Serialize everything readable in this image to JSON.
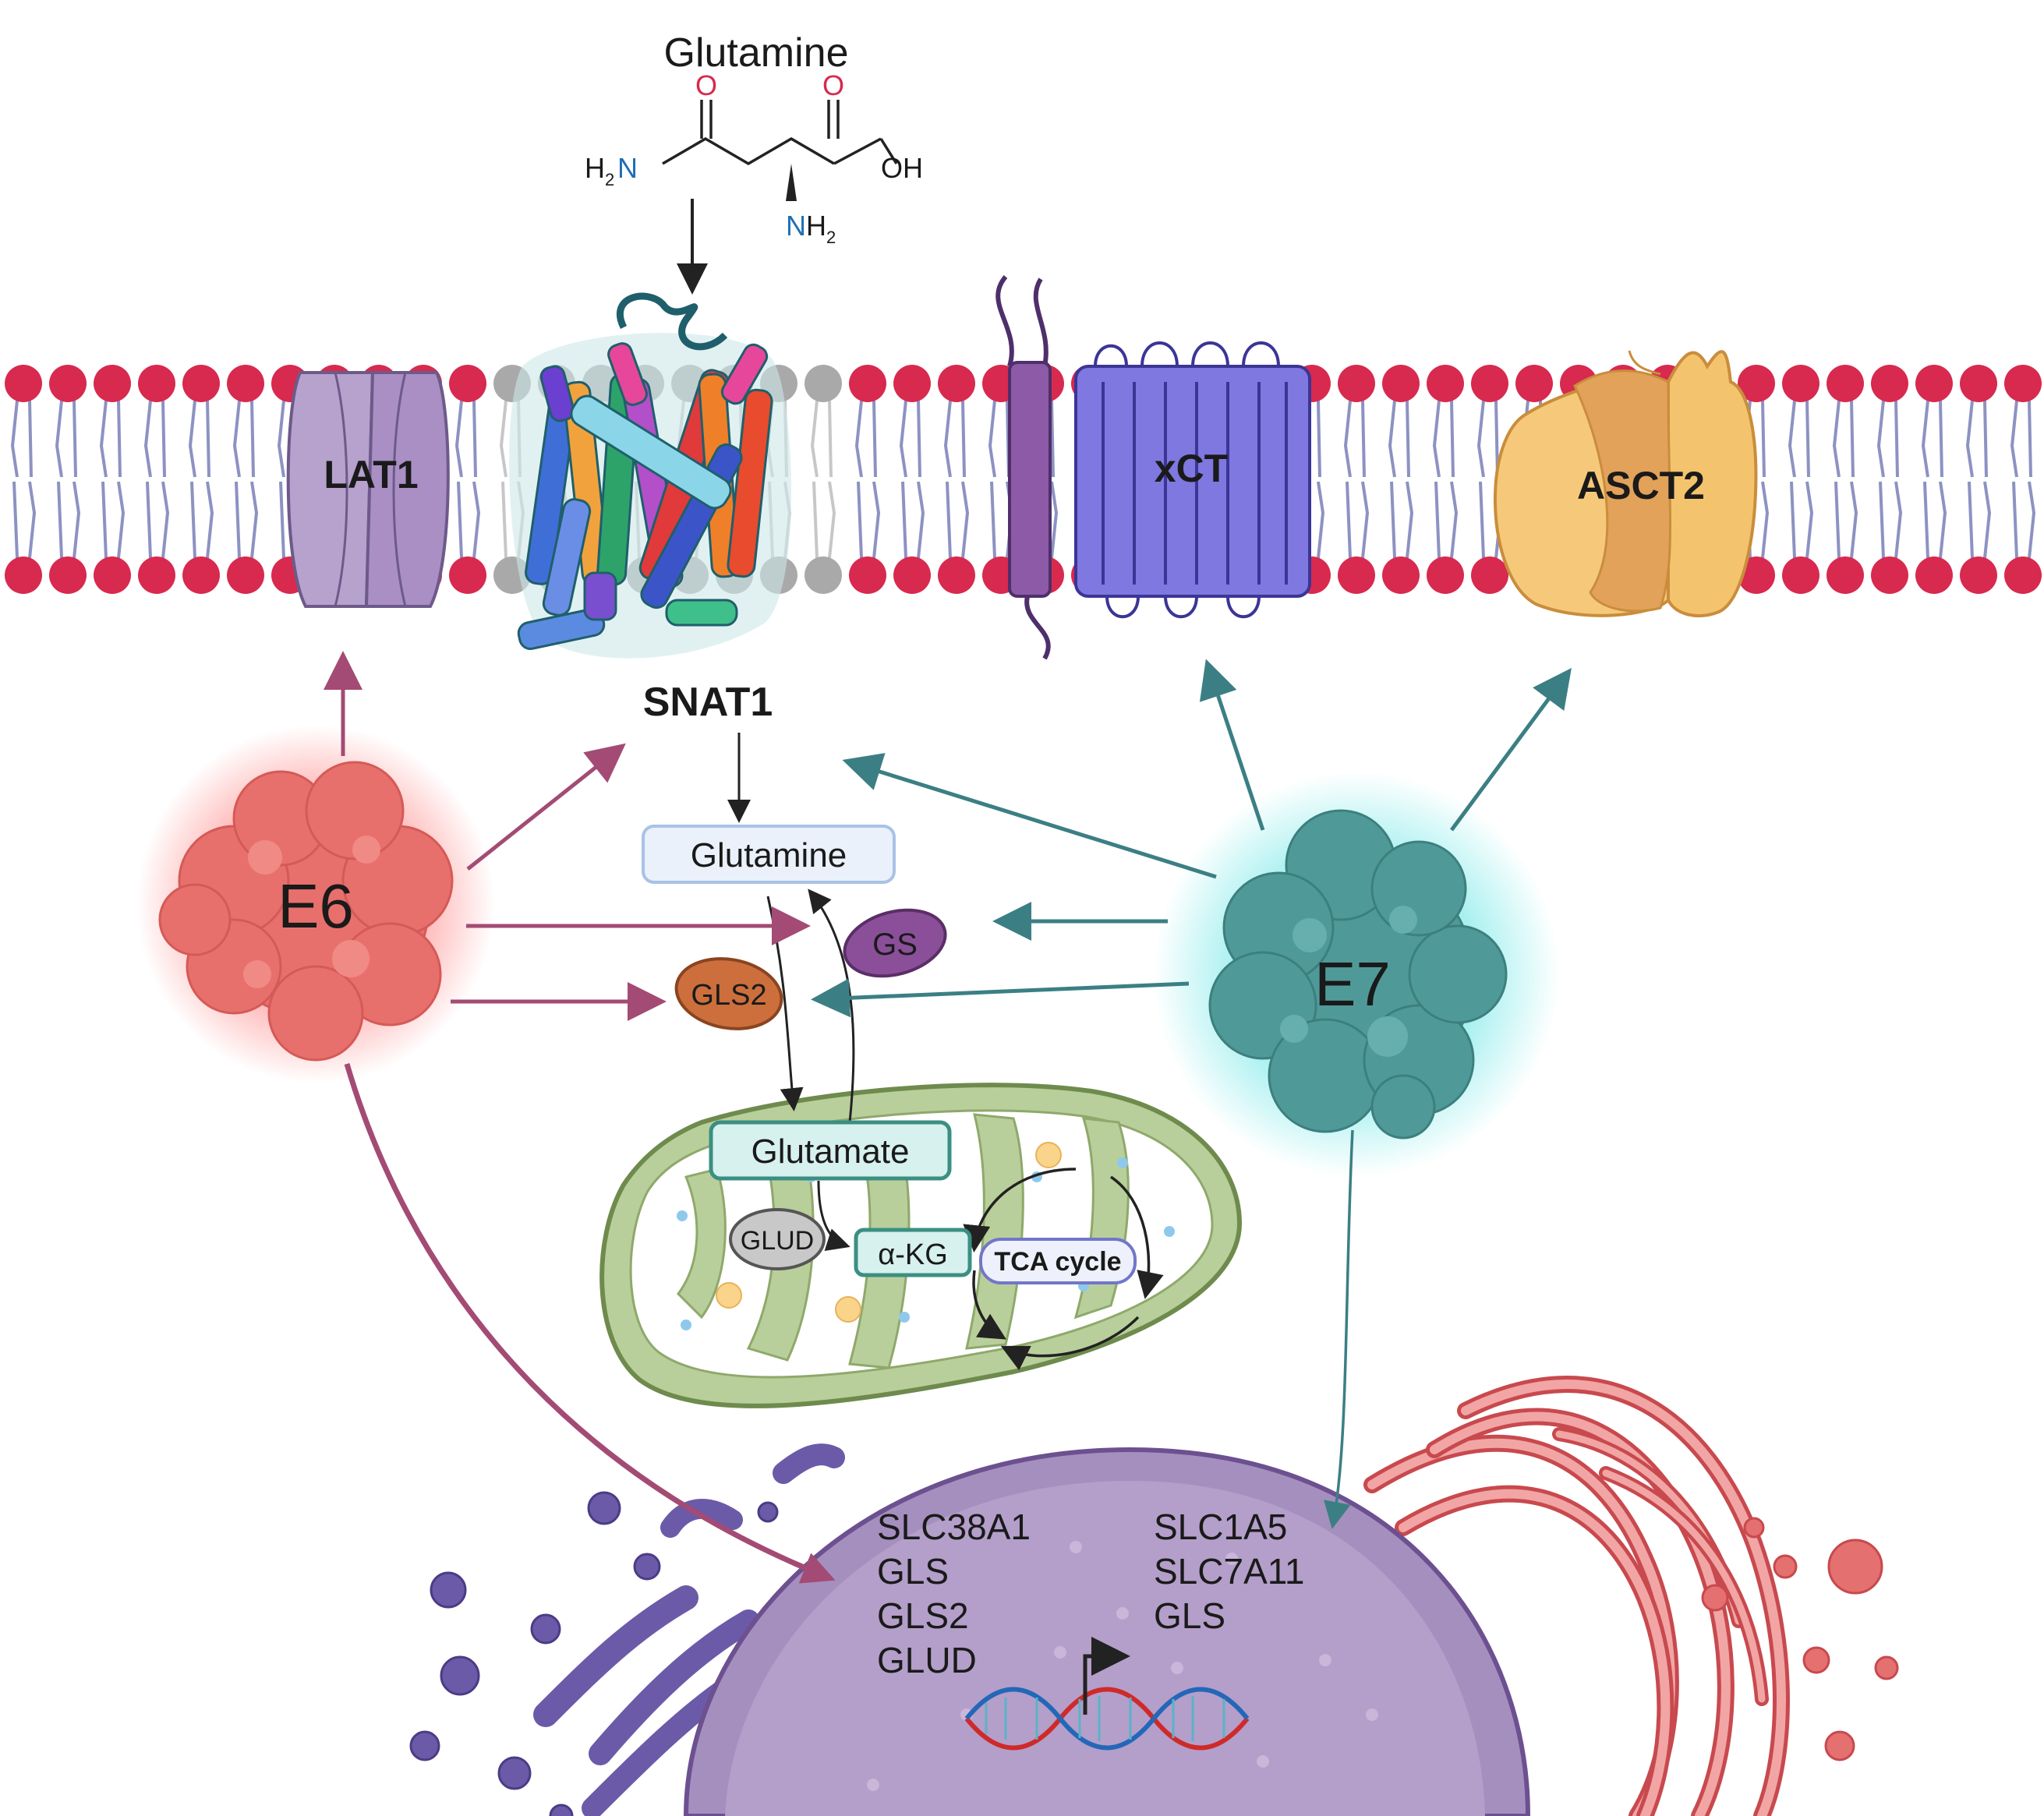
{
  "molecule": {
    "title": "Glutamine",
    "atom_o1": "O",
    "atom_o2": "O",
    "atom_h2n_h": "H",
    "atom_h2n_sub": "2",
    "atom_h2n_n": "N",
    "atom_oh": "OH",
    "atom_nh2_n": "N",
    "atom_nh2_h": "H",
    "atom_nh2_sub": "2"
  },
  "transporters": {
    "lat1": "LAT1",
    "snat1": "SNAT1",
    "xct": "xCT",
    "asct2": "ASCT2"
  },
  "oncoproteins": {
    "e6": "E6",
    "e7": "E7"
  },
  "metabolism": {
    "glutamine": "Glutamine",
    "gs": "GS",
    "gls2": "GLS2",
    "glutamate": "Glutamate",
    "glud": "GLUD",
    "akg": "α-KG",
    "tca": "TCA cycle"
  },
  "nucleus": {
    "genes_left": [
      "SLC38A1",
      "GLS",
      "GLS2",
      "GLUD"
    ],
    "genes_right": [
      "SLC1A5",
      "SLC7A11",
      "GLS"
    ]
  },
  "colors": {
    "e6_arrow": "#a34b74",
    "e7_arrow": "#3b7f84",
    "lipid_head": "#d8294e",
    "e6_body": "#e8706c",
    "e7_body": "#4f9a99"
  }
}
